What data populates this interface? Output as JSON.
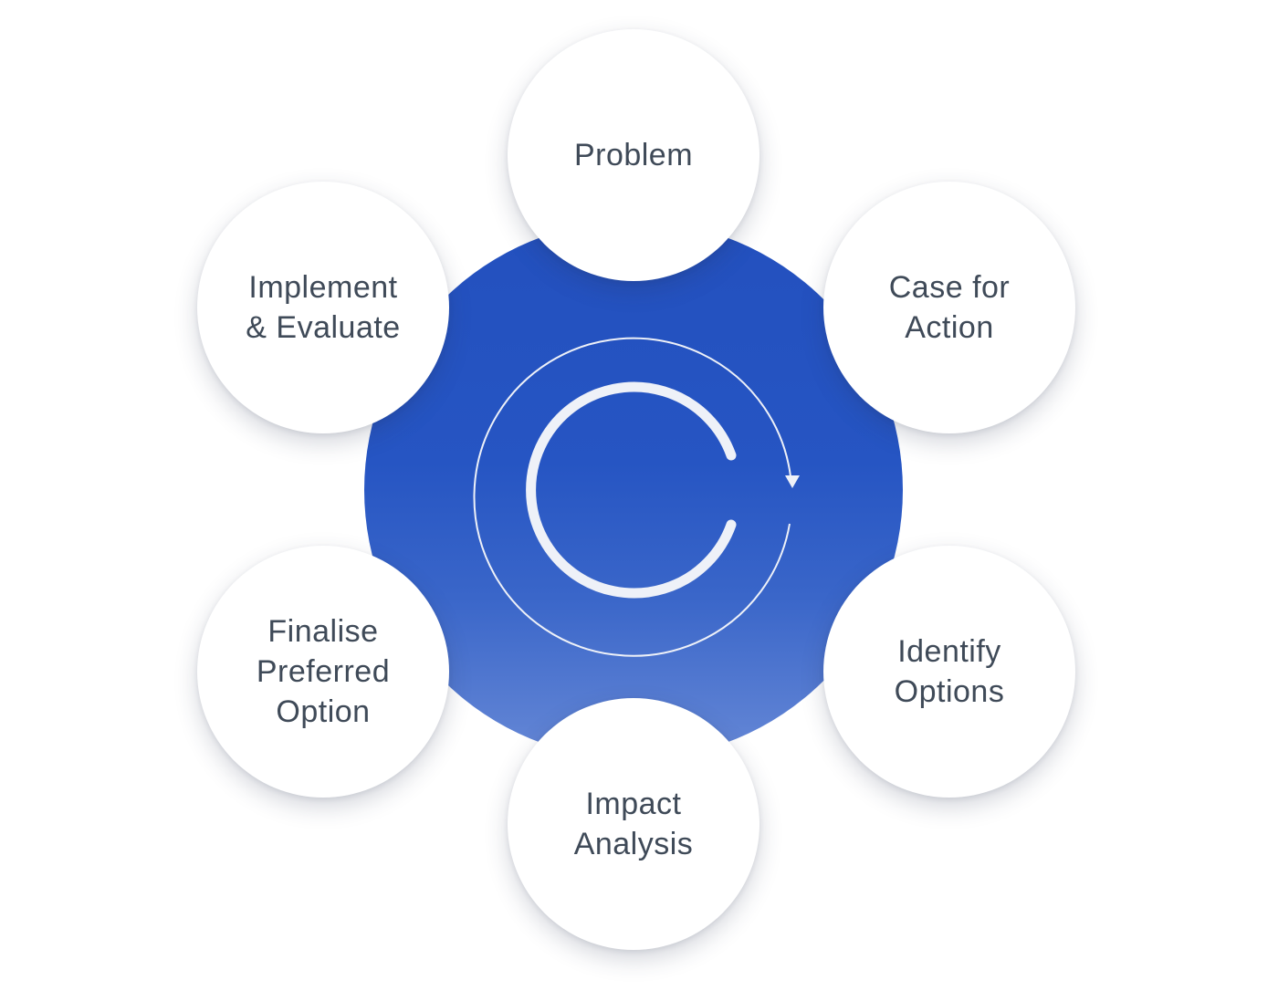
{
  "nodes": [
    {
      "id": "problem",
      "label": "Problem"
    },
    {
      "id": "case-for-action",
      "label": "Case for\nAction"
    },
    {
      "id": "identify-options",
      "label": "Identify\nOptions"
    },
    {
      "id": "impact-analysis",
      "label": "Impact\nAnalysis"
    },
    {
      "id": "finalise-preferred-option",
      "label": "Finalise\nPreferred\nOption"
    },
    {
      "id": "implement-evaluate",
      "label": "Implement\n& Evaluate"
    }
  ],
  "colors": {
    "hub": "#2452bf",
    "node_fill": "#ffffff",
    "label_text": "#3f4a58",
    "cycle_stroke": "#eef1f8"
  },
  "icons": {
    "center": "cycle-arrow-icon"
  }
}
